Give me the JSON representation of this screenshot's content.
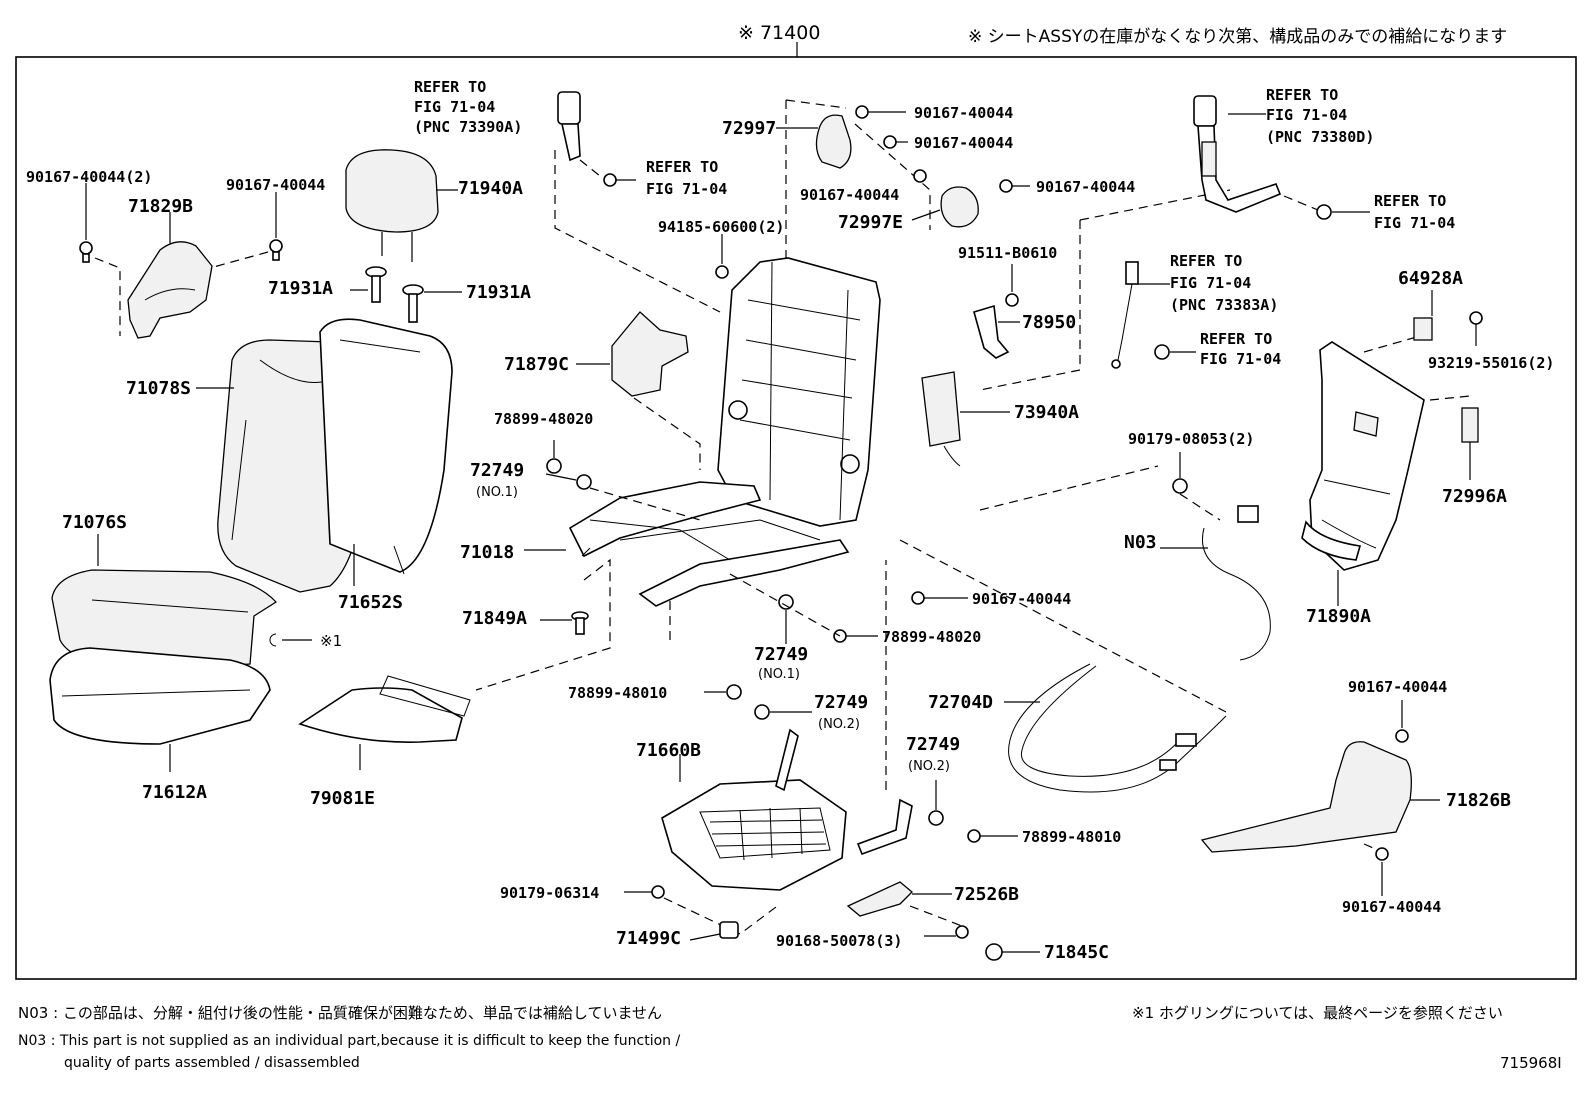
{
  "header": {
    "assembly": "※ 71400",
    "note": "※ シートASSYの在庫がなくなり次第、構成品のみでの補給になります"
  },
  "labels": {
    "l_90167_2": "90167-40044(2)",
    "l_71829B": "71829B",
    "l_90167_a": "90167-40044",
    "l_71940A": "71940A",
    "l_71931A_1": "71931A",
    "l_71931A_2": "71931A",
    "l_71078S": "71078S",
    "l_71652S": "71652S",
    "l_71076S": "71076S",
    "l_71612A": "71612A",
    "l_ref1": "REFER TO",
    "l_ref1b": "FIG 71-04",
    "l_ref1c": "(PNC 73390A)",
    "l_ref2": "REFER TO",
    "l_ref2b": "FIG 71-04",
    "l_72997": "72997",
    "l_90167_b": "90167-40044",
    "l_90167_c": "90167-40044",
    "l_90167_d": "90167-40044",
    "l_90167_e": "90167-40044",
    "l_72997E": "72997E",
    "l_94185": "94185-60600(2)",
    "l_91511": "91511-B0610",
    "l_78950": "78950",
    "l_71879C": "71879C",
    "l_78899_1": "78899-48020",
    "l_72749_1": "72749",
    "l_no1_a": "(NO.1)",
    "l_71018": "71018",
    "l_71849A": "71849A",
    "l_90167_f": "90167-40044",
    "l_78899_2": "78899-48020",
    "l_72749_2": "72749",
    "l_no1_b": "(NO.1)",
    "l_78899_3": "78899-48010",
    "l_72749_3": "72749",
    "l_no2_a": "(NO.2)",
    "l_79081E": "79081E",
    "l_71660B": "71660B",
    "l_90179_06314": "90179-06314",
    "l_71499C": "71499C",
    "l_90168": "90168-50078(3)",
    "l_71845C": "71845C",
    "l_72526B": "72526B",
    "l_72749_4": "72749",
    "l_no2_b": "(NO.2)",
    "l_78899_4": "78899-48010",
    "l_72704D": "72704D",
    "l_ref3": "REFER TO",
    "l_ref3b": "FIG 71-04",
    "l_ref3c": "(PNC 73380D)",
    "l_ref4": "REFER TO",
    "l_ref4b": "FIG 71-04",
    "l_ref5": "REFER TO",
    "l_ref5b": "FIG 71-04",
    "l_ref5c": "(PNC 73383A)",
    "l_ref6": "REFER TO",
    "l_ref6b": "FIG 71-04",
    "l_73940A": "73940A",
    "l_64928A": "64928A",
    "l_93219": "93219-55016(2)",
    "l_72996A": "72996A",
    "l_90179_08053": "90179-08053(2)",
    "l_N03": "N03",
    "l_71890A": "71890A",
    "l_90167_g": "90167-40044",
    "l_71826B": "71826B",
    "l_90167_h": "90167-40044",
    "l_x1": "※1"
  },
  "footer": {
    "n03_jp": "N03 : この部品は、分解・組付け後の性能・品質確保が困難なため、単品では補給していません",
    "n03_en1": "N03 : This part is not supplied as an individual part,because it is difficult to keep the function /",
    "n03_en2": "quality of parts assembled / disassembled",
    "x1_note": "※1  ホグリングについては、最終ページを参照ください",
    "fig_id": "715968I"
  }
}
